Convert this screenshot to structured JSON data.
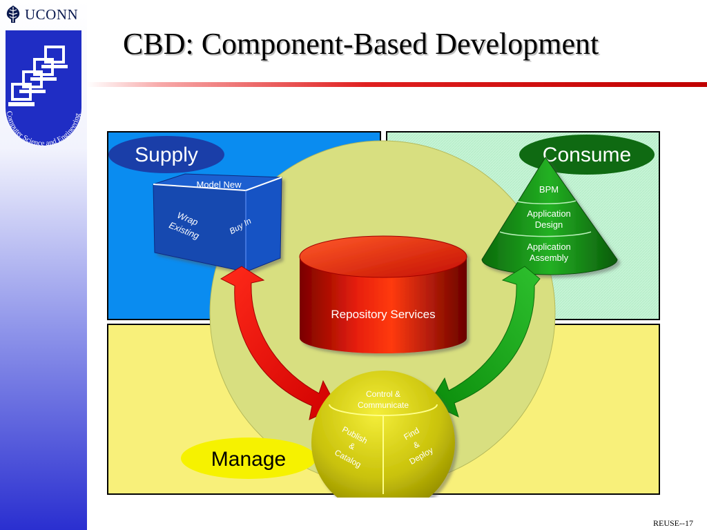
{
  "header": {
    "logo_text": "UCONN",
    "side_logo_text": "Computer Science and Engineering",
    "title": "CBD: Component-Based Development"
  },
  "diagram": {
    "supply": {
      "label": "Supply",
      "cube_top": "Model New",
      "cube_left_1": "Wrap",
      "cube_left_2": "Existing",
      "cube_right": "Buy In"
    },
    "consume": {
      "label": "Consume",
      "cone_1": "BPM",
      "cone_2a": "Application",
      "cone_2b": "Design",
      "cone_3a": "Application",
      "cone_3b": "Assembly"
    },
    "repository": {
      "label": "Repository Services"
    },
    "manage": {
      "label": "Manage",
      "sphere_top_1": "Control &",
      "sphere_top_2": "Communicate",
      "sphere_left_1": "Publish",
      "sphere_left_2": "&",
      "sphere_left_3": "Catalog",
      "sphere_right_1": "Find",
      "sphere_right_2": "&",
      "sphere_right_3": "Deploy"
    }
  },
  "footer": {
    "slide_id": "REUSE--17"
  },
  "colors": {
    "supply_panel": "#0a8cf0",
    "consume_panel": "#c8f5d9",
    "manage_panel": "#f8f07a",
    "circle": "#d8df80",
    "accent_red": "#d11010",
    "accent_green": "#1a9a1a",
    "title_rule": "#c00000"
  }
}
